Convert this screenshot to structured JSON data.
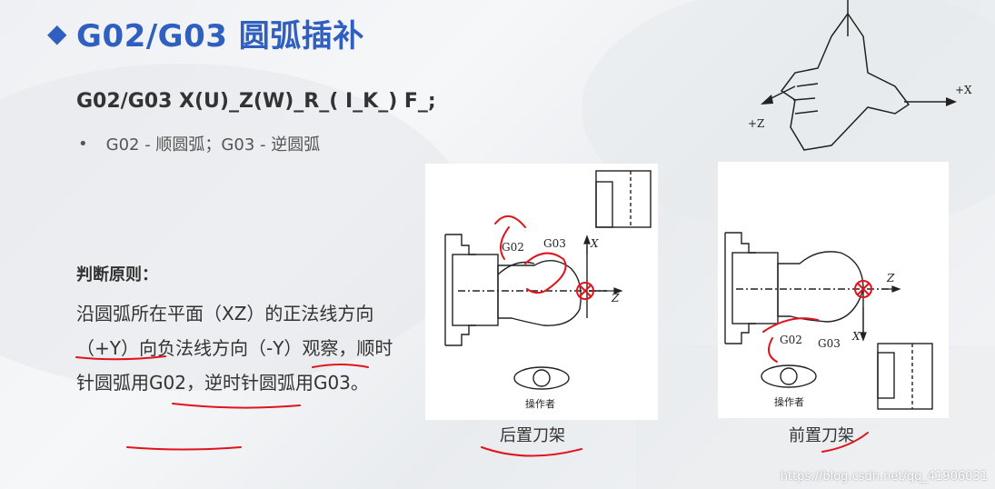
{
  "slide": {
    "title": "G02/G03 圆弧插补",
    "syntax": "G02/G03 X(U)_Z(W)_R_( I_K_) F_;",
    "bullet": "G02 - 顺圆弧；G03 - 逆圆弧",
    "rule_title": "判断原则：",
    "rule_body": "沿圆弧所在平面（XZ）的正法线方向（+Y）向负法线方向（-Y）观察，顺时针圆弧用G02，逆时针圆弧用G03。"
  },
  "hand_diagram": {
    "plus_z": "+Z",
    "plus_x": "+X"
  },
  "figures": {
    "left": {
      "caption": "后置刀架",
      "g02": "G02",
      "g03": "G03",
      "x_axis": "X",
      "z_axis": "Z",
      "operator": "操作者"
    },
    "right": {
      "caption": "前置刀架",
      "g02": "G02",
      "g03": "G03",
      "x_axis": "X",
      "z_axis": "Z",
      "operator": "操作者"
    }
  },
  "watermark": "https://blog.csdn.net/qq_41906031",
  "colors": {
    "title": "#2f5fbf",
    "annotation": "#e0141c",
    "marker": "#e0141c"
  }
}
